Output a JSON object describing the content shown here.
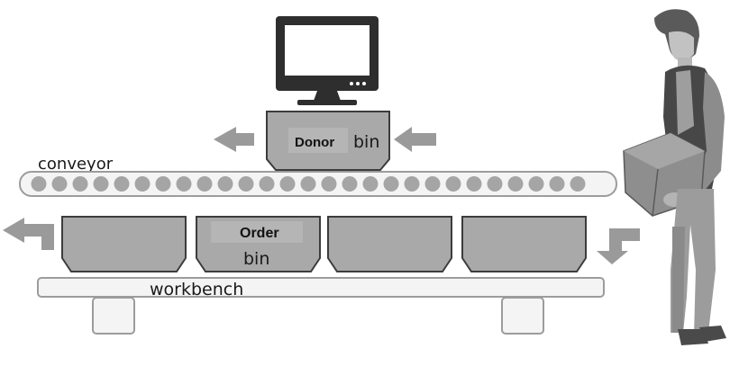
{
  "labels": {
    "donor_bin_bold": "Donor",
    "donor_bin_rest": "bin",
    "order_bin_line1": "Order",
    "order_bin_line2": "bin",
    "conveyor": "conveyor",
    "workbench": "workbench"
  },
  "colors": {
    "bin_fill": "#a9a9a9",
    "bin_stroke": "#3c3c3c",
    "arrow": "#9a9a9a",
    "roller": "#a5a5a5",
    "bench_stroke": "#9c9c9c",
    "monitor": "#2e2e2e"
  },
  "icons": {
    "monitor": "computer-monitor-icon",
    "worker": "worker-holding-box-figure"
  }
}
